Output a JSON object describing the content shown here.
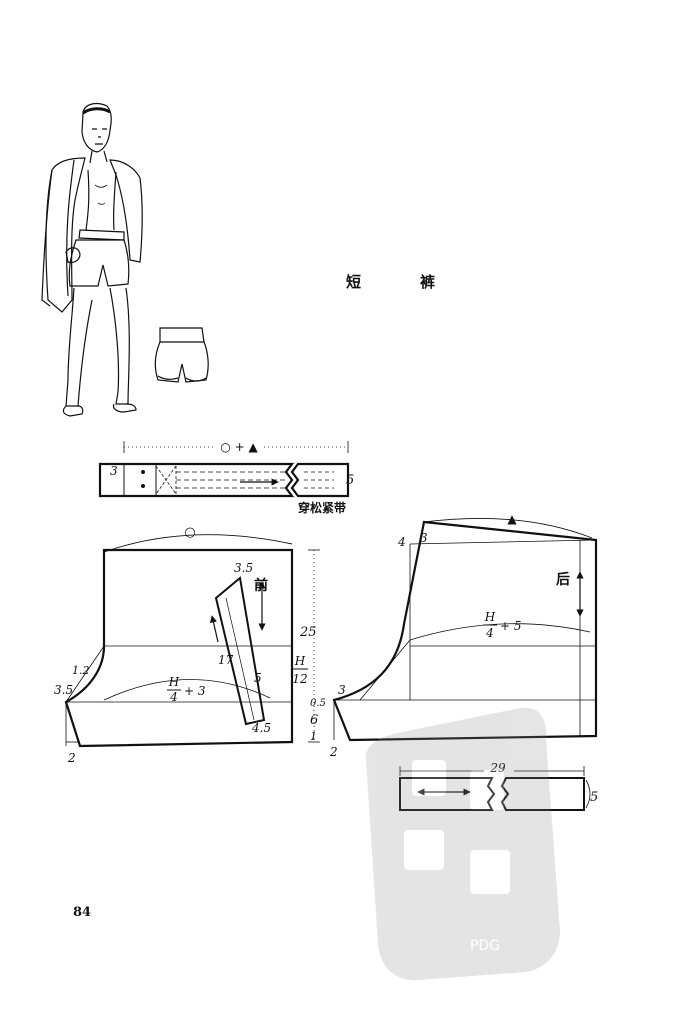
{
  "page": {
    "title": "短　裤",
    "page_number": "84"
  },
  "waistband": {
    "top_label": "○ + ▲",
    "width_label": "3",
    "height_label": "5",
    "note": "穿松紧带"
  },
  "front_panel": {
    "top_label": "○",
    "pocket_top": "3.5",
    "side_tag": "前",
    "pocket_length": "17",
    "pocket_width": "5",
    "pocket_bottom": "4.5",
    "height_label": "25",
    "hip_formula_num": "H",
    "hip_formula_den": "4",
    "hip_formula_add": "+ 3",
    "rise_num": "H",
    "rise_den": "12",
    "crotch_small": "1.2",
    "crotch_ext": "3.5",
    "hem_label": "2"
  },
  "back_panel": {
    "top_label": "▲",
    "waist_left": "4",
    "waist_rise": "3",
    "side_tag": "后",
    "hip_formula_num": "H",
    "hip_formula_den": "4",
    "hip_formula_add": "+ 5",
    "crotch_small": "0.5",
    "crotch_ext": "3",
    "leg_rise": "6",
    "leg_drop": "1",
    "hem_label": "2"
  },
  "cuff": {
    "length_label": "29",
    "height_label": "5"
  },
  "stamp": {
    "text": "PDG"
  }
}
